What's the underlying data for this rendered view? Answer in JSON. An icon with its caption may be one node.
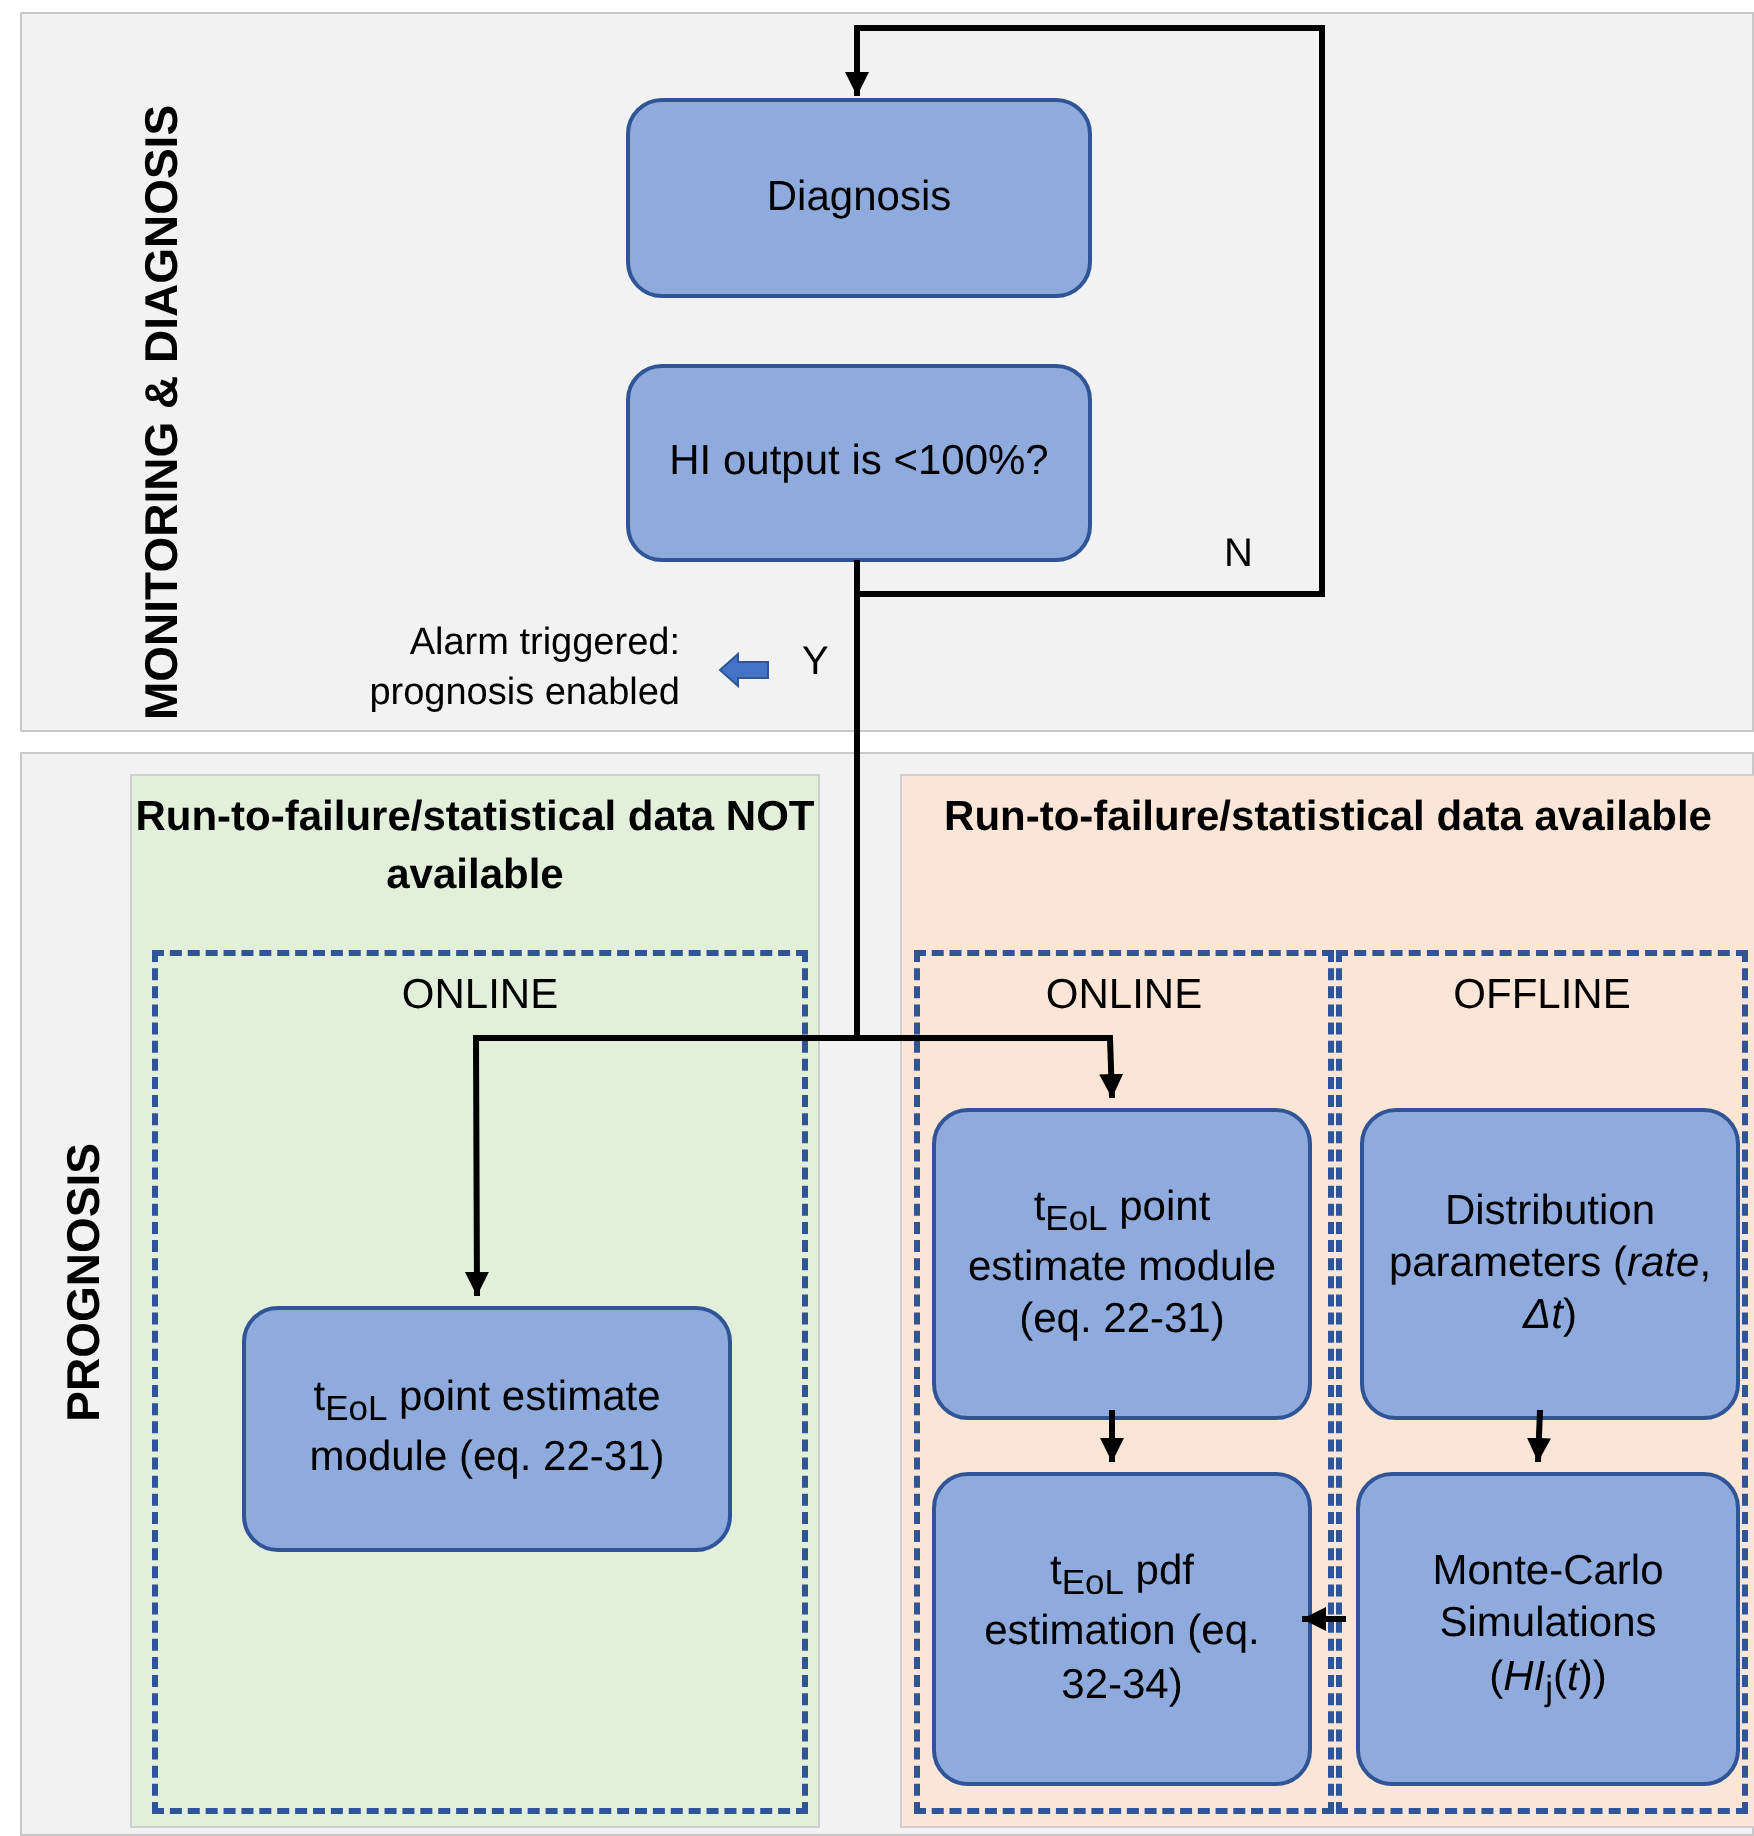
{
  "diagram": {
    "nodes": [
      {
        "text": [
          "MONITORING & DIAGNOSIS"
        ]
      },
      {
        "text": [
          "Diagnosis"
        ],
        "in": 0
      },
      {
        "text": [
          "HI output is <100%?"
        ],
        "in": 0
      },
      {
        "text": [
          "PROGNOSIS"
        ]
      },
      {
        "text": [
          "Run-to-failure/statistical data NOT available"
        ],
        "in": 3
      },
      {
        "text": [
          "ONLINE"
        ],
        "in": 4
      },
      {
        "text": [
          "t$_{EoL}$ point estimate module (eq. 22-31)"
        ],
        "in": 5
      },
      {
        "text": [
          "Run-to-failure/statistical data available"
        ],
        "in": 3
      },
      {
        "text": [
          "ONLINE"
        ],
        "in": 7
      },
      {
        "text": [
          "t$_{EoL}$ point estimate module (eq. 22-31)"
        ],
        "in": 8
      },
      {
        "text": [
          "t$_{EoL}$ pdf estimation (eq. 32-34)"
        ],
        "in": 8
      },
      {
        "text": [
          "OFFLINE"
        ],
        "in": 7
      },
      {
        "text": [
          "Distribution parameters (*rate*, *Δt*)"
        ],
        "in": 11
      },
      {
        "text": [
          "Monte-Carlo Simulations (*HI*$_{j}$(*t*))"
        ],
        "in": 11
      }
    ],
    "edges": [
      {
        "from": 2,
        "to": 1,
        "arrow": "to",
        "label": "N"
      },
      {
        "from": 2,
        "to": 6,
        "arrow": "to",
        "label": "Y"
      },
      {
        "from": 2,
        "to": 9,
        "arrow": "to"
      },
      {
        "from": 9,
        "to": 10,
        "arrow": "to"
      },
      {
        "from": 12,
        "to": 13,
        "arrow": "to"
      },
      {
        "from": 13,
        "to": 10,
        "arrow": "to"
      }
    ],
    "labels": [
      "Alarm triggered: prognosis enabled"
    ]
  }
}
